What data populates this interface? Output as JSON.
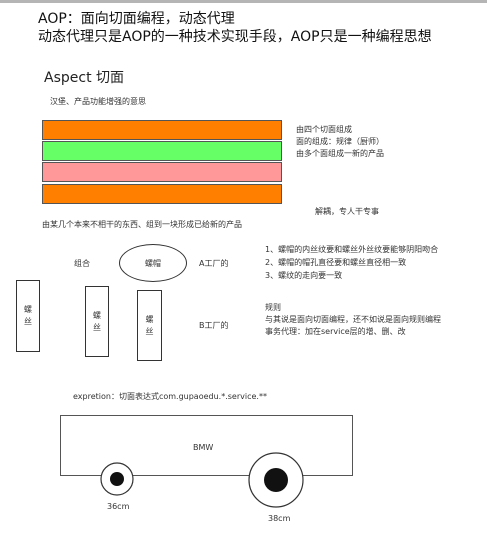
{
  "title_line1": "AOP：面向切面编程，动态代理",
  "title_line2": "动态代理只是AOP的一种技术实现手段，AOP只是一种编程思想",
  "section_title": "Aspect 切面",
  "hamburger_note": "汉堡、产品功能增强的意思",
  "layer_colors": [
    "#ff8000",
    "#66ff66",
    "#ff9999",
    "#ff8000"
  ],
  "layers_note": [
    "由四个切面组成",
    "面的组成：规律（厨师）",
    "由多个面组成一新的产品"
  ],
  "decouple_note": "解耦，专人干专事",
  "combine_note": "由某几个本来不相干的东西、组到一块形成已给新的产品",
  "combine_label": "组合",
  "nut_label": "螺帽",
  "factory_a": "A工厂的",
  "rules": [
    "1、螺帽的内丝纹要和螺丝外丝纹要能够阴阳吻合",
    "2、螺帽的帽孔直径要和螺丝直径相一致",
    "3、螺纹的走向要一致"
  ],
  "screw_labels": [
    "螺丝",
    "螺丝",
    "螺丝"
  ],
  "factory_b": "B工厂的",
  "rule_lines": [
    "规则",
    "与其说是面向切面编程，还不如说是面向规则编程",
    "事务代理：加在service层的增、删、改"
  ],
  "expression": "expretion：切面表达式com.gupaoedu.*.service.**",
  "car_label": "BMW",
  "wheel_small": "36cm",
  "wheel_large": "38cm"
}
